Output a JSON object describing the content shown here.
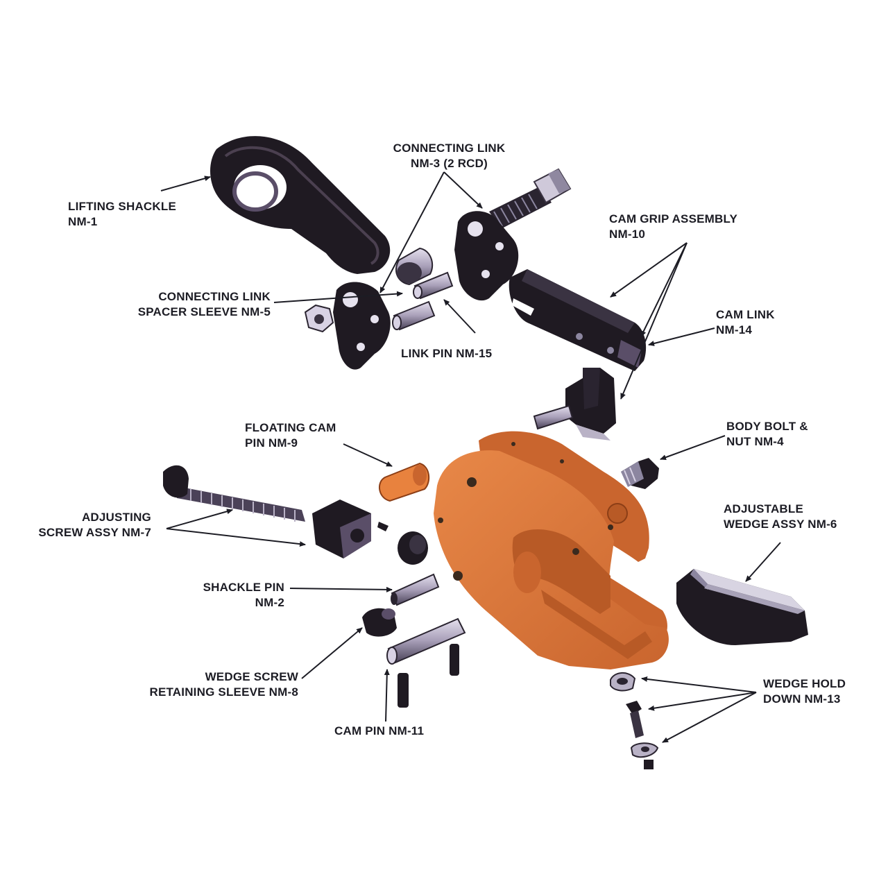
{
  "colors": {
    "body": "#d9733a",
    "body_dark": "#b85a26",
    "part_dark": "#1f1a22",
    "part_purple": "#5a4e68",
    "pin_light": "#b9b2c6",
    "leader": "#1c1c24"
  },
  "labels": {
    "lifting_shackle": [
      "LIFTING SHACKLE",
      "NM-1"
    ],
    "connecting_link": [
      "CONNECTING LINK",
      "NM-3 (2 RCD)"
    ],
    "cam_grip_assembly": [
      "CAM GRIP ASSEMBLY",
      "NM-10"
    ],
    "connecting_link_spacer": [
      "CONNECTING LINK",
      "SPACER SLEEVE NM-5"
    ],
    "cam_link": [
      "CAM LINK",
      "NM-14"
    ],
    "link_pin": [
      "LINK PIN NM-15"
    ],
    "floating_cam_pin": [
      "FLOATING CAM",
      "PIN NM-9"
    ],
    "body_bolt": [
      "BODY BOLT &",
      "NUT NM-4"
    ],
    "adjusting_screw": [
      "ADJUSTING",
      "SCREW ASSY NM-7"
    ],
    "adjustable_wedge": [
      "ADJUSTABLE",
      "WEDGE ASSY NM-6"
    ],
    "shackle_pin": [
      "SHACKLE PIN",
      "NM-2"
    ],
    "wedge_screw_sleeve": [
      "WEDGE SCREW",
      "RETAINING SLEEVE NM-8"
    ],
    "wedge_hold_down": [
      "WEDGE HOLD",
      "DOWN NM-13"
    ],
    "cam_pin": [
      "CAM PIN NM-11"
    ]
  }
}
